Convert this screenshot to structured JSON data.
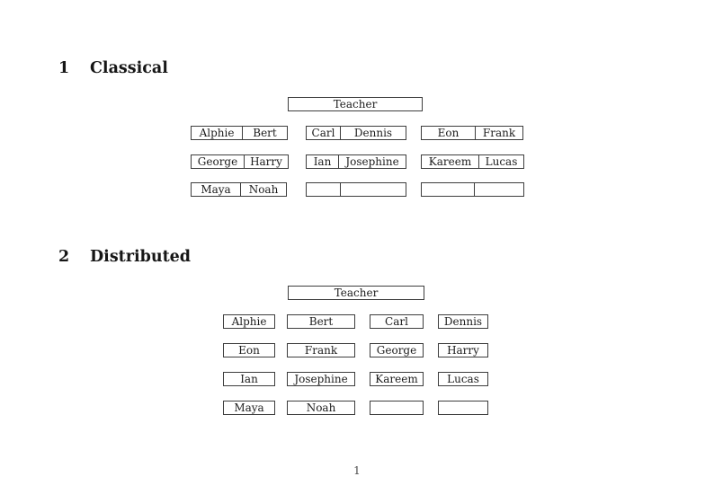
{
  "page_number": "1",
  "sections": [
    {
      "number": "1",
      "title": "Classical",
      "teacher_label": "Teacher",
      "rows": [
        {
          "desks": [
            {
              "seats": [
                "Alphie",
                "Bert"
              ]
            },
            {
              "seats": [
                "Carl",
                "Dennis"
              ]
            },
            {
              "seats": [
                "Eon",
                "Frank"
              ]
            }
          ]
        },
        {
          "desks": [
            {
              "seats": [
                "George",
                "Harry"
              ]
            },
            {
              "seats": [
                "Ian",
                "Josephine"
              ]
            },
            {
              "seats": [
                "Kareem",
                "Lucas"
              ]
            }
          ]
        },
        {
          "desks": [
            {
              "seats": [
                "Maya",
                "Noah"
              ]
            },
            {
              "seats": [
                "",
                ""
              ]
            },
            {
              "seats": [
                "",
                ""
              ]
            }
          ]
        }
      ]
    },
    {
      "number": "2",
      "title": "Distributed",
      "teacher_label": "Teacher",
      "rows": [
        {
          "desks": [
            {
              "seats": [
                "Alphie"
              ]
            },
            {
              "seats": [
                "Bert"
              ]
            },
            {
              "seats": [
                "Carl"
              ]
            },
            {
              "seats": [
                "Dennis"
              ]
            }
          ]
        },
        {
          "desks": [
            {
              "seats": [
                "Eon"
              ]
            },
            {
              "seats": [
                "Frank"
              ]
            },
            {
              "seats": [
                "George"
              ]
            },
            {
              "seats": [
                "Harry"
              ]
            }
          ]
        },
        {
          "desks": [
            {
              "seats": [
                "Ian"
              ]
            },
            {
              "seats": [
                "Josephine"
              ]
            },
            {
              "seats": [
                "Kareem"
              ]
            },
            {
              "seats": [
                "Lucas"
              ]
            }
          ]
        },
        {
          "desks": [
            {
              "seats": [
                "Maya"
              ]
            },
            {
              "seats": [
                "Noah"
              ]
            },
            {
              "seats": [
                ""
              ]
            },
            {
              "seats": [
                ""
              ]
            }
          ]
        }
      ]
    }
  ]
}
